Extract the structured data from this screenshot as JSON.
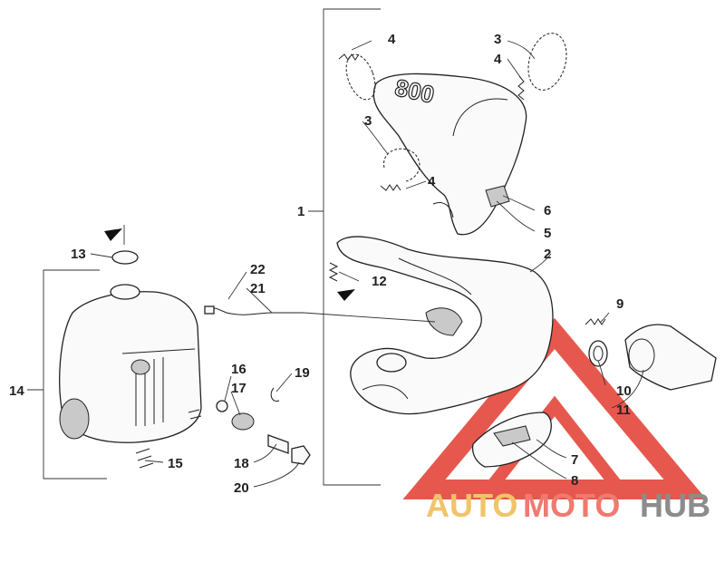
{
  "callouts": [
    "1",
    "2",
    "3",
    "4",
    "5",
    "6",
    "7",
    "8",
    "9",
    "10",
    "11",
    "12",
    "13",
    "14",
    "15",
    "16",
    "17",
    "18",
    "19",
    "20",
    "21",
    "22"
  ],
  "stamp": "800",
  "watermark": {
    "auto": "AUTO",
    "moto": "MOTO",
    "hub": "HUB",
    "tri_color": "#e23b2f"
  }
}
